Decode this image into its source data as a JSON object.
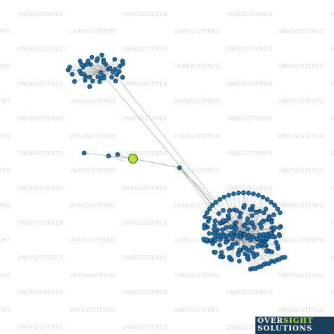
{
  "watermark": {
    "text": "UNREGISTERED",
    "color": "#d9d9d9"
  },
  "colors": {
    "node_fill": "#1f6fa8",
    "node_stroke": "#0b2f4a",
    "focus_fill": "#b2df3a",
    "focus_stroke": "#355a12",
    "edge": "#9a9a9a",
    "logo_bg": "#1b3d5c",
    "logo_accent": "#b6e31f"
  },
  "logo": {
    "part1": "OVER",
    "part2": "SIGHT",
    "part3": "SOLUTIONS"
  }
}
